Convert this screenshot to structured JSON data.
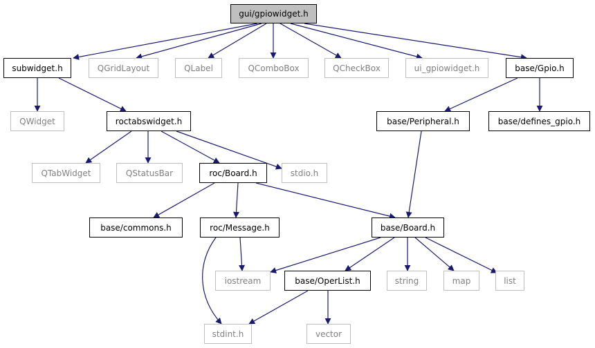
{
  "colors": {
    "edge": "#191970",
    "local_border": "#000000",
    "external_border": "#bfbfbf",
    "external_text": "#808080",
    "root_fill": "#bfbfbf"
  },
  "nodes": [
    {
      "id": "gpiowidget",
      "label": "gui/gpiowidget.h",
      "kind": "root"
    },
    {
      "id": "subwidget",
      "label": "subwidget.h",
      "kind": "local"
    },
    {
      "id": "qgridlayout",
      "label": "QGridLayout",
      "kind": "external"
    },
    {
      "id": "qlabel",
      "label": "QLabel",
      "kind": "external"
    },
    {
      "id": "qcombobox",
      "label": "QComboBox",
      "kind": "external"
    },
    {
      "id": "qcheckbox",
      "label": "QCheckBox",
      "kind": "external"
    },
    {
      "id": "ui_gpiowidget",
      "label": "ui_gpiowidget.h",
      "kind": "external"
    },
    {
      "id": "base_gpio",
      "label": "base/Gpio.h",
      "kind": "local"
    },
    {
      "id": "qwidget",
      "label": "QWidget",
      "kind": "external"
    },
    {
      "id": "roctabswidget",
      "label": "roctabswidget.h",
      "kind": "local"
    },
    {
      "id": "base_peripheral",
      "label": "base/Peripheral.h",
      "kind": "local"
    },
    {
      "id": "base_defines_gpio",
      "label": "base/defines_gpio.h",
      "kind": "local"
    },
    {
      "id": "qtabwidget",
      "label": "QTabWidget",
      "kind": "external"
    },
    {
      "id": "qstatusbar",
      "label": "QStatusBar",
      "kind": "external"
    },
    {
      "id": "roc_board",
      "label": "roc/Board.h",
      "kind": "local"
    },
    {
      "id": "stdio",
      "label": "stdio.h",
      "kind": "external"
    },
    {
      "id": "base_commons",
      "label": "base/commons.h",
      "kind": "local"
    },
    {
      "id": "roc_message",
      "label": "roc/Message.h",
      "kind": "local"
    },
    {
      "id": "base_board",
      "label": "base/Board.h",
      "kind": "local"
    },
    {
      "id": "iostream",
      "label": "iostream",
      "kind": "external"
    },
    {
      "id": "base_operlist",
      "label": "base/OperList.h",
      "kind": "local"
    },
    {
      "id": "string",
      "label": "string",
      "kind": "external"
    },
    {
      "id": "map",
      "label": "map",
      "kind": "external"
    },
    {
      "id": "list",
      "label": "list",
      "kind": "external"
    },
    {
      "id": "stdint",
      "label": "stdint.h",
      "kind": "external"
    },
    {
      "id": "vector",
      "label": "vector",
      "kind": "external"
    }
  ],
  "edges": [
    [
      "gpiowidget",
      "subwidget"
    ],
    [
      "gpiowidget",
      "qgridlayout"
    ],
    [
      "gpiowidget",
      "qlabel"
    ],
    [
      "gpiowidget",
      "qcombobox"
    ],
    [
      "gpiowidget",
      "qcheckbox"
    ],
    [
      "gpiowidget",
      "ui_gpiowidget"
    ],
    [
      "gpiowidget",
      "base_gpio"
    ],
    [
      "subwidget",
      "qwidget"
    ],
    [
      "subwidget",
      "roctabswidget"
    ],
    [
      "roctabswidget",
      "qtabwidget"
    ],
    [
      "roctabswidget",
      "qstatusbar"
    ],
    [
      "roctabswidget",
      "roc_board"
    ],
    [
      "roctabswidget",
      "stdio"
    ],
    [
      "base_gpio",
      "base_peripheral"
    ],
    [
      "base_gpio",
      "base_defines_gpio"
    ],
    [
      "base_peripheral",
      "base_board"
    ],
    [
      "roc_board",
      "base_commons"
    ],
    [
      "roc_board",
      "roc_message"
    ],
    [
      "roc_board",
      "base_board"
    ],
    [
      "roc_message",
      "iostream"
    ],
    [
      "roc_message",
      "stdint"
    ],
    [
      "base_board",
      "iostream"
    ],
    [
      "base_board",
      "base_operlist"
    ],
    [
      "base_board",
      "string"
    ],
    [
      "base_board",
      "map"
    ],
    [
      "base_board",
      "list"
    ],
    [
      "base_operlist",
      "stdint"
    ],
    [
      "base_operlist",
      "vector"
    ]
  ]
}
